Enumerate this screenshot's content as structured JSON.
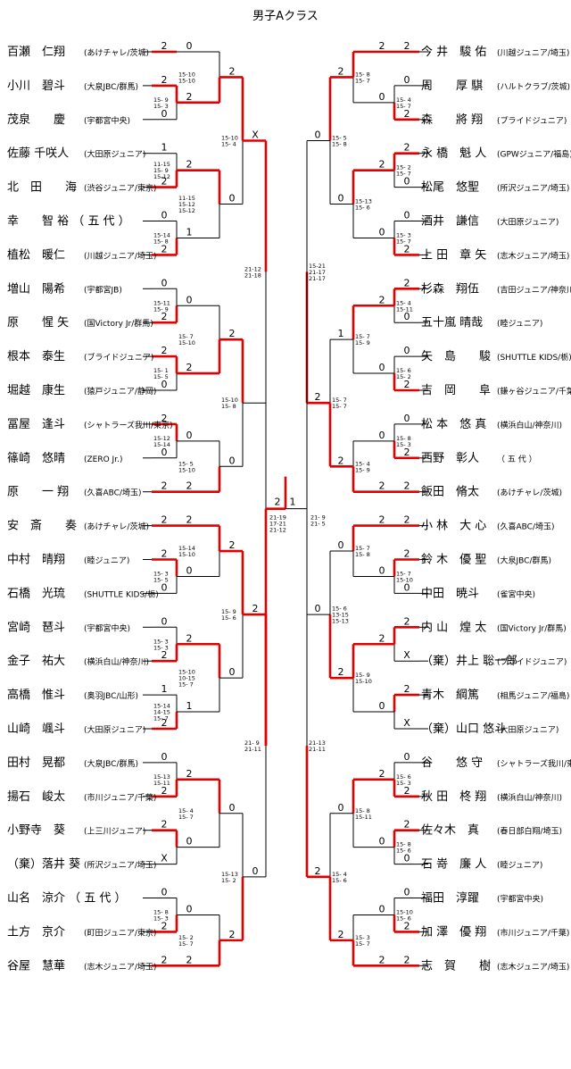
{
  "title": "男子Aクラス",
  "colors": {
    "win": "#e00000",
    "line": "#000000"
  },
  "left_players": [
    {
      "name": "百瀬　仁翔",
      "club": "(あけチャレ/茨城)"
    },
    {
      "name": "小川　碧斗",
      "club": "(大泉JBC/群馬)"
    },
    {
      "name": "茂泉　　慶",
      "club": "(宇都宮中央)"
    },
    {
      "name": "佐藤 千咲人",
      "club": "(大田原ジュニア)"
    },
    {
      "name": "北　田　　海",
      "club": "(渋谷ジュニア/東京)"
    },
    {
      "name": "幸　　智 裕 （ 五 代 ）",
      "club": ""
    },
    {
      "name": "植松　暖仁",
      "club": "(川越ジュニア/埼玉)"
    },
    {
      "name": "増山　陽希",
      "club": "(宇都宮JB)"
    },
    {
      "name": "原　　惺 矢",
      "club": "(国Victory Jr/群馬)"
    },
    {
      "name": "根本　泰生",
      "club": "(ブライドジュニア)"
    },
    {
      "name": "堀越　康生",
      "club": "(猿戸ジュニア/静岡)"
    },
    {
      "name": "冨屋　逢斗",
      "club": "(シャトラーズ我川/東京)"
    },
    {
      "name": "篠崎　悠晴",
      "club": "(ZERO Jr.)"
    },
    {
      "name": "原　　一 翔",
      "club": "(久喜ABC/埼玉)"
    },
    {
      "name": "安　斎　　奏",
      "club": "(あけチャレ/茨城)"
    },
    {
      "name": "中村　晴翔",
      "club": "(睦ジュニア)"
    },
    {
      "name": "石橋　光琉",
      "club": "(SHUTTLE KIDS/栃)"
    },
    {
      "name": "宮崎　琶斗",
      "club": "(宇都宮中央)"
    },
    {
      "name": "金子　祐大",
      "club": "(横浜白山/神奈川)"
    },
    {
      "name": "高橋　惟斗",
      "club": "(奥羽JBC/山形)"
    },
    {
      "name": "山崎　颯斗",
      "club": "(大田原ジュニア)"
    },
    {
      "name": "田村　晃都",
      "club": "(大泉JBC/群馬)"
    },
    {
      "name": "揚石　峻太",
      "club": "(市川ジュニア/千葉)"
    },
    {
      "name": "小野寺　葵",
      "club": "(上三川ジュニア)"
    },
    {
      "name": "（棄）落井 葵",
      "club": "(所沢ジュニア/埼玉)"
    },
    {
      "name": "山名　涼介 （ 五 代 ）",
      "club": ""
    },
    {
      "name": "土方　京介",
      "club": "(町田ジュニア/東京)"
    },
    {
      "name": "谷屋　慧華",
      "club": "(志木ジュニア/埼玉)"
    }
  ],
  "right_players": [
    {
      "name": "今 井　駿 佑",
      "club": "(川越ジュニア/埼玉)"
    },
    {
      "name": "周　　厚 騏",
      "club": "(ハルトクラブ/茨城)"
    },
    {
      "name": "森　　將 翔",
      "club": "(プライドジュニア)"
    },
    {
      "name": "永 橋　魁 人",
      "club": "(GPWジュニア/福島)"
    },
    {
      "name": "松尾　悠聖",
      "club": "(所沢ジュニア/埼玉)"
    },
    {
      "name": "酒井　謙信",
      "club": "(大田原ジュニア)"
    },
    {
      "name": "上 田　章 矢",
      "club": "(志木ジュニア/埼玉)"
    },
    {
      "name": "杉森　翔伍",
      "club": "(吉田ジュニア/神奈川)"
    },
    {
      "name": "五十嵐 晴哉",
      "club": "(睦ジュニア)"
    },
    {
      "name": "矢　島　　駿",
      "club": "(SHUTTLE KIDS/栃)"
    },
    {
      "name": "吉　岡　　阜",
      "club": "(鎌ヶ谷ジュニア/千葉)"
    },
    {
      "name": "松 本　悠 真",
      "club": "(横浜白山/神奈川)"
    },
    {
      "name": "西野　彰人",
      "club": "（ 五 代 ）"
    },
    {
      "name": "飯田　脩太",
      "club": "(あけチャレ/茨城)"
    },
    {
      "name": "小 林　大 心",
      "club": "(久喜ABC/埼玉)"
    },
    {
      "name": "鈴 木　優 聖",
      "club": "(大泉JBC/群馬)"
    },
    {
      "name": "中田　暁斗",
      "club": "(雀宮中央)"
    },
    {
      "name": "内 山　煌 太",
      "club": "(国Victory Jr/群馬)"
    },
    {
      "name": "（棄）井上 聡一郎",
      "club": "(ブライドジュニア)"
    },
    {
      "name": "青木　綱篤",
      "club": "(相馬ジュニア/福島)"
    },
    {
      "name": "（棄）山口 悠斗",
      "club": "(大田原ジュニア)"
    },
    {
      "name": "谷　　悠 守",
      "club": "(シャトラーズ我川/東京)"
    },
    {
      "name": "秋 田　柊 翔",
      "club": "(横浜白山/神奈川)"
    },
    {
      "name": "佐々木　真",
      "club": "(春日部白翔/埼玉)"
    },
    {
      "name": "石 嵜　廉 人",
      "club": "(睦ジュニア)"
    },
    {
      "name": "福田　淳躍",
      "club": "(宇都宮中央)"
    },
    {
      "name": "加 澤　優 翔",
      "club": "(市川ジュニア/千葉)"
    },
    {
      "name": "志　賀　　樹",
      "club": "(志木ジュニア/埼玉)"
    }
  ],
  "left_matches": [
    {
      "round": 1,
      "s": [
        0,
        0
      ],
      "e": [
        0,
        0
      ],
      "w": "t",
      "g": [
        "2",
        "",
        ""
      ],
      "sc": []
    },
    {
      "round": 1,
      "s": [
        1,
        1
      ],
      "e": [
        2,
        2
      ],
      "w": "t",
      "g": [
        "2",
        "0",
        ""
      ],
      "sc": [
        "15- 9",
        "15- 3"
      ]
    },
    {
      "round": 2,
      "s": [
        0,
        0
      ],
      "e": [
        1,
        2
      ],
      "w": "b",
      "g": [
        "0",
        "2",
        "2"
      ],
      "sc": [
        "15-10",
        "15-10"
      ]
    },
    {
      "round": 1,
      "s": [
        3,
        3
      ],
      "e": [
        4,
        4
      ],
      "w": "b",
      "g": [
        "1",
        "2",
        ""
      ],
      "sc": [
        "11-15",
        "15- 9",
        "15-12"
      ]
    },
    {
      "round": 1,
      "s": [
        5,
        5
      ],
      "e": [
        6,
        6
      ],
      "w": "b",
      "g": [
        "0",
        "2",
        ""
      ],
      "sc": [
        "15-14",
        "15- 8"
      ]
    },
    {
      "round": 2,
      "s": [
        3,
        4
      ],
      "e": [
        5,
        6
      ],
      "w": "t",
      "g": [
        "2",
        "1",
        ""
      ],
      "sc": [
        "11-15",
        "15-12",
        "15-12"
      ]
    },
    {
      "round": 3,
      "s": [
        0,
        2
      ],
      "e": [
        3,
        6
      ],
      "w": "t",
      "g": [
        "2",
        "0",
        ""
      ],
      "sc": [
        "15-10",
        "15- 4"
      ]
    },
    {
      "round": 1,
      "s": [
        7,
        7
      ],
      "e": [
        8,
        8
      ],
      "w": "b",
      "g": [
        "0",
        "2",
        ""
      ],
      "sc": [
        "15-11",
        "15- 9"
      ]
    },
    {
      "round": 1,
      "s": [
        9,
        9
      ],
      "e": [
        10,
        10
      ],
      "w": "t",
      "g": [
        "2",
        "0",
        ""
      ],
      "sc": [
        "15- 1",
        "15- 5"
      ]
    },
    {
      "round": 2,
      "s": [
        7,
        8
      ],
      "e": [
        9,
        10
      ],
      "w": "b",
      "g": [
        "0",
        "2",
        ""
      ],
      "sc": [
        "15- 7",
        "15-10"
      ]
    },
    {
      "round": 1,
      "s": [
        11,
        11
      ],
      "e": [
        12,
        12
      ],
      "w": "t",
      "g": [
        "2",
        "0",
        ""
      ],
      "sc": [
        "15-12",
        "15-14"
      ]
    },
    {
      "round": 1,
      "s": [
        13,
        13
      ],
      "e": [
        13,
        13
      ],
      "w": "t",
      "g": [
        "2",
        "",
        ""
      ],
      "sc": []
    },
    {
      "round": 2,
      "s": [
        11,
        12
      ],
      "e": [
        13,
        13
      ],
      "w": "b",
      "g": [
        "0",
        "2",
        ""
      ],
      "sc": [
        "15- 5",
        "15-10"
      ]
    },
    {
      "round": 3,
      "s": [
        7,
        10
      ],
      "e": [
        11,
        13
      ],
      "w": "t",
      "g": [
        "2",
        "0",
        ""
      ],
      "sc": [
        "15-10",
        "15- 8"
      ]
    },
    {
      "round": 4,
      "s": [
        0,
        6
      ],
      "e": [
        7,
        13
      ],
      "w": "t",
      "g": [
        "X",
        "",
        ""
      ],
      "sc": [
        "21-12",
        "21-18"
      ]
    },
    {
      "round": 1,
      "s": [
        14,
        14
      ],
      "e": [
        14,
        14
      ],
      "w": "t",
      "g": [
        "2",
        "",
        ""
      ],
      "sc": []
    },
    {
      "round": 1,
      "s": [
        15,
        15
      ],
      "e": [
        16,
        16
      ],
      "w": "t",
      "g": [
        "2",
        "0",
        ""
      ],
      "sc": [
        "15- 3",
        "15- 5"
      ]
    },
    {
      "round": 2,
      "s": [
        14,
        14
      ],
      "e": [
        15,
        16
      ],
      "w": "t",
      "g": [
        "2",
        "0",
        ""
      ],
      "sc": [
        "15-14",
        "15-10"
      ]
    },
    {
      "round": 1,
      "s": [
        17,
        17
      ],
      "e": [
        18,
        18
      ],
      "w": "b",
      "g": [
        "0",
        "2",
        ""
      ],
      "sc": [
        "15- 3",
        "15- 3"
      ]
    },
    {
      "round": 1,
      "s": [
        19,
        19
      ],
      "e": [
        20,
        20
      ],
      "w": "b",
      "g": [
        "1",
        "2",
        ""
      ],
      "sc": [
        "15-14",
        "14-15",
        "15- 7"
      ]
    },
    {
      "round": 2,
      "s": [
        17,
        18
      ],
      "e": [
        19,
        20
      ],
      "w": "t",
      "g": [
        "2",
        "1",
        ""
      ],
      "sc": [
        "15-10",
        "10-15",
        "15- 7"
      ]
    },
    {
      "round": 3,
      "s": [
        14,
        16
      ],
      "e": [
        17,
        20
      ],
      "w": "t",
      "g": [
        "2",
        "0",
        ""
      ],
      "sc": [
        "15- 9",
        "15- 6"
      ]
    },
    {
      "round": 1,
      "s": [
        21,
        21
      ],
      "e": [
        22,
        22
      ],
      "w": "b",
      "g": [
        "0",
        "2",
        ""
      ],
      "sc": [
        "15-13",
        "15-11"
      ]
    },
    {
      "round": 1,
      "s": [
        23,
        23
      ],
      "e": [
        24,
        24
      ],
      "w": "t",
      "g": [
        "2",
        "X",
        ""
      ],
      "sc": []
    },
    {
      "round": 2,
      "s": [
        21,
        22
      ],
      "e": [
        23,
        24
      ],
      "w": "t",
      "g": [
        "2",
        "0",
        ""
      ],
      "sc": [
        "15- 4",
        "15- 7"
      ]
    },
    {
      "round": 1,
      "s": [
        25,
        25
      ],
      "e": [
        26,
        26
      ],
      "w": "b",
      "g": [
        "0",
        "2",
        ""
      ],
      "sc": [
        "15- 8",
        "15- 3"
      ]
    },
    {
      "round": 1,
      "s": [
        27,
        27
      ],
      "e": [
        27,
        27
      ],
      "w": "t",
      "g": [
        "2",
        "",
        ""
      ],
      "sc": []
    },
    {
      "round": 2,
      "s": [
        25,
        26
      ],
      "e": [
        27,
        27
      ],
      "w": "b",
      "g": [
        "0",
        "2",
        ""
      ],
      "sc": [
        "15- 2",
        "15- 7"
      ]
    },
    {
      "round": 3,
      "s": [
        21,
        24
      ],
      "e": [
        25,
        27
      ],
      "w": "b",
      "g": [
        "0",
        "2",
        ""
      ],
      "sc": [
        "15-13",
        "15- 2"
      ]
    },
    {
      "round": 4,
      "s": [
        14,
        20
      ],
      "e": [
        21,
        27
      ],
      "w": "t",
      "g": [
        "2",
        "0",
        ""
      ],
      "sc": [
        "21- 9",
        "21-11"
      ]
    }
  ],
  "left_scores_extra": [
    {
      "round": 1,
      "pair": [
        0,
        1
      ],
      "sc": [
        "15-10",
        "15-10"
      ]
    }
  ],
  "right_matches": [
    {
      "round": 1,
      "s": [
        0,
        0
      ],
      "e": [
        0,
        0
      ],
      "w": "t",
      "g": [
        "2",
        "",
        ""
      ],
      "sc": []
    },
    {
      "round": 1,
      "s": [
        1,
        1
      ],
      "e": [
        2,
        2
      ],
      "w": "b",
      "g": [
        "0",
        "2",
        ""
      ],
      "sc": [
        "15- 4",
        "15- 7"
      ]
    },
    {
      "round": 2,
      "s": [
        0,
        0
      ],
      "e": [
        1,
        2
      ],
      "w": "t",
      "g": [
        "2",
        "0",
        ""
      ],
      "sc": [
        "15- 8",
        "15- 7"
      ]
    },
    {
      "round": 1,
      "s": [
        3,
        3
      ],
      "e": [
        4,
        4
      ],
      "w": "t",
      "g": [
        "2",
        "0",
        ""
      ],
      "sc": [
        "15- 2",
        "15- 7"
      ]
    },
    {
      "round": 1,
      "s": [
        5,
        5
      ],
      "e": [
        6,
        6
      ],
      "w": "b",
      "g": [
        "0",
        "2",
        ""
      ],
      "sc": [
        "15- 3",
        "15- 7"
      ]
    },
    {
      "round": 2,
      "s": [
        3,
        4
      ],
      "e": [
        5,
        6
      ],
      "w": "t",
      "g": [
        "2",
        "0",
        ""
      ],
      "sc": [
        "15-13",
        "15- 6"
      ]
    },
    {
      "round": 3,
      "s": [
        0,
        2
      ],
      "e": [
        3,
        6
      ],
      "w": "t",
      "g": [
        "2",
        "0",
        ""
      ],
      "sc": [
        "15- 5",
        "15- 8"
      ]
    },
    {
      "round": 1,
      "s": [
        7,
        7
      ],
      "e": [
        8,
        8
      ],
      "w": "t",
      "g": [
        "2",
        "0",
        ""
      ],
      "sc": [
        "15- 4",
        "15-11"
      ]
    },
    {
      "round": 1,
      "s": [
        9,
        9
      ],
      "e": [
        10,
        10
      ],
      "w": "b",
      "g": [
        "0",
        "2",
        ""
      ],
      "sc": [
        "15- 6",
        "15- 2"
      ]
    },
    {
      "round": 2,
      "s": [
        7,
        8
      ],
      "e": [
        9,
        10
      ],
      "w": "t",
      "g": [
        "2",
        "0",
        ""
      ],
      "sc": [
        "15- 7",
        "15- 9"
      ]
    },
    {
      "round": 1,
      "s": [
        11,
        11
      ],
      "e": [
        12,
        12
      ],
      "w": "b",
      "g": [
        "0",
        "2",
        ""
      ],
      "sc": [
        "15- 8",
        "15- 3"
      ]
    },
    {
      "round": 1,
      "s": [
        13,
        13
      ],
      "e": [
        13,
        13
      ],
      "w": "t",
      "g": [
        "2",
        "",
        ""
      ],
      "sc": []
    },
    {
      "round": 2,
      "s": [
        11,
        12
      ],
      "e": [
        13,
        13
      ],
      "w": "b",
      "g": [
        "0",
        "2",
        ""
      ],
      "sc": [
        "15- 4",
        "15- 9"
      ]
    },
    {
      "round": 3,
      "s": [
        7,
        10
      ],
      "e": [
        11,
        13
      ],
      "w": "b",
      "g": [
        "1",
        "2",
        ""
      ],
      "sc": [
        "15- 7",
        "15- 7"
      ]
    },
    {
      "round": 4,
      "s": [
        0,
        6
      ],
      "e": [
        7,
        13
      ],
      "w": "b",
      "g": [
        "0",
        "2",
        ""
      ],
      "sc": [
        "15-21",
        "21-17",
        "21-17"
      ]
    },
    {
      "round": 1,
      "s": [
        14,
        14
      ],
      "e": [
        14,
        14
      ],
      "w": "t",
      "g": [
        "2",
        "",
        ""
      ],
      "sc": []
    },
    {
      "round": 1,
      "s": [
        15,
        15
      ],
      "e": [
        16,
        16
      ],
      "w": "t",
      "g": [
        "2",
        "0",
        ""
      ],
      "sc": [
        "15- 7",
        "15-10"
      ]
    },
    {
      "round": 2,
      "s": [
        14,
        14
      ],
      "e": [
        15,
        16
      ],
      "w": "t",
      "g": [
        "2",
        "0",
        ""
      ],
      "sc": [
        "15- 7",
        "15- 8"
      ]
    },
    {
      "round": 1,
      "s": [
        17,
        17
      ],
      "e": [
        18,
        18
      ],
      "w": "t",
      "g": [
        "2",
        "X",
        ""
      ],
      "sc": []
    },
    {
      "round": 1,
      "s": [
        19,
        19
      ],
      "e": [
        20,
        20
      ],
      "w": "t",
      "g": [
        "2",
        "X",
        ""
      ],
      "sc": []
    },
    {
      "round": 2,
      "s": [
        17,
        18
      ],
      "e": [
        19,
        20
      ],
      "w": "t",
      "g": [
        "2",
        "0",
        ""
      ],
      "sc": [
        "15- 9",
        "15-10"
      ]
    },
    {
      "round": 3,
      "s": [
        14,
        16
      ],
      "e": [
        17,
        20
      ],
      "w": "b",
      "g": [
        "0",
        "2",
        ""
      ],
      "sc": [
        "15- 6",
        "13-15",
        "15-13"
      ]
    },
    {
      "round": 1,
      "s": [
        21,
        21
      ],
      "e": [
        22,
        22
      ],
      "w": "b",
      "g": [
        "0",
        "2",
        ""
      ],
      "sc": [
        "15- 6",
        "15- 3"
      ]
    },
    {
      "round": 1,
      "s": [
        23,
        23
      ],
      "e": [
        24,
        24
      ],
      "w": "t",
      "g": [
        "2",
        "0",
        ""
      ],
      "sc": [
        "15- 8",
        "15- 6"
      ]
    },
    {
      "round": 2,
      "s": [
        21,
        22
      ],
      "e": [
        23,
        24
      ],
      "w": "t",
      "g": [
        "2",
        "0",
        ""
      ],
      "sc": [
        "15- 8",
        "15-11"
      ]
    },
    {
      "round": 1,
      "s": [
        25,
        25
      ],
      "e": [
        26,
        26
      ],
      "w": "b",
      "g": [
        "0",
        "2",
        ""
      ],
      "sc": [
        "15-10",
        "15- 6"
      ]
    },
    {
      "round": 1,
      "s": [
        27,
        27
      ],
      "e": [
        27,
        27
      ],
      "w": "t",
      "g": [
        "2",
        "",
        ""
      ],
      "sc": []
    },
    {
      "round": 2,
      "s": [
        25,
        26
      ],
      "e": [
        27,
        27
      ],
      "w": "b",
      "g": [
        "0",
        "2",
        ""
      ],
      "sc": [
        "15- 3",
        "15- 7"
      ]
    },
    {
      "round": 3,
      "s": [
        21,
        24
      ],
      "e": [
        25,
        27
      ],
      "w": "b",
      "g": [
        "0",
        "2",
        ""
      ],
      "sc": [
        "15- 4",
        "15- 6"
      ]
    },
    {
      "round": 4,
      "s": [
        14,
        20
      ],
      "e": [
        21,
        27
      ],
      "w": "b",
      "g": [
        "0",
        "2",
        ""
      ],
      "sc": [
        "21-13",
        "21-11"
      ]
    }
  ],
  "semis": {
    "left_upper_score": [
      "21-12",
      "21-18"
    ],
    "left_lower_score": [
      "21- 9",
      "21-11"
    ],
    "right_upper_score": [
      "15-21",
      "21-17",
      "21-17"
    ],
    "right_lower_score": [
      "21-13",
      "21-11"
    ]
  },
  "final": {
    "left_game": "2",
    "right_game": "1",
    "left_score": [
      "21-19",
      "17-21",
      "21-12"
    ],
    "right_score": [
      "21- 9",
      "21- 5"
    ],
    "right_semi_game_top": "0",
    "right_semi_game_bottom": "0",
    "left_semi_game_top": "X",
    "right_semi_game": "1"
  }
}
